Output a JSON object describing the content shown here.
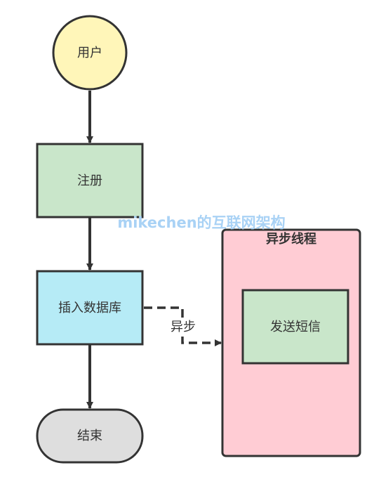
{
  "nodes": {
    "user": "用户",
    "register": "注册",
    "insert_db": "插入数据库",
    "end": "结束"
  },
  "async_thread": {
    "title": "异步线程",
    "task": "发送短信"
  },
  "edges": {
    "async_label": "异步"
  },
  "watermark": "mikechen的互联网架构",
  "colors": {
    "user_fill": "#fff6b9",
    "register_fill": "#c9e6ca",
    "insert_fill": "#b6ebf6",
    "end_fill": "#dedede",
    "thread_fill": "#ffccd4",
    "task_fill": "#c9e6ca",
    "stroke": "#333333",
    "watermark": "#a9d2f5"
  }
}
